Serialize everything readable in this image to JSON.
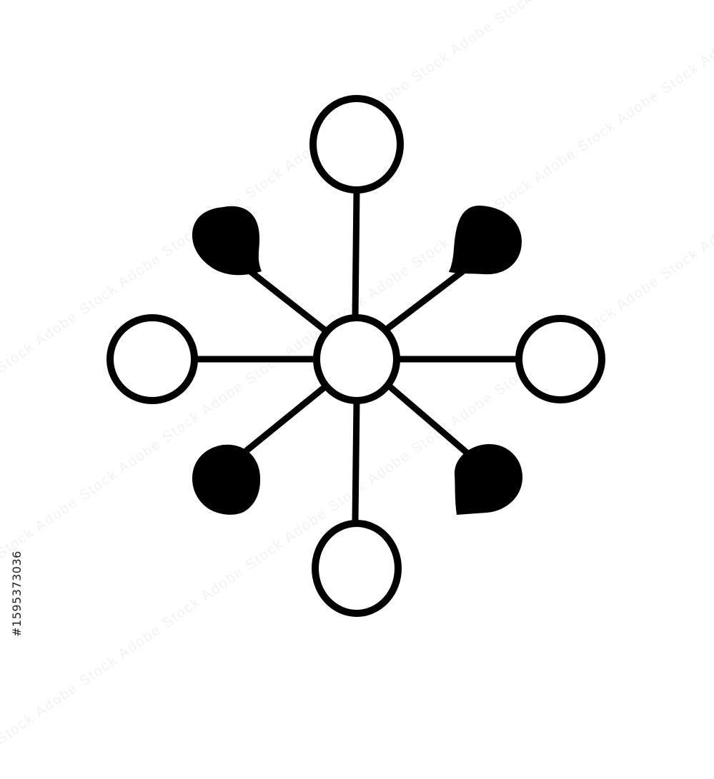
{
  "image": {
    "stock_id_text": "#159537303 6",
    "stock_id": "#1595373036",
    "watermark_text": "Adobe Stock"
  },
  "icon": {
    "name": "network-hub-icon",
    "stroke_color": "#000000",
    "fill_color_solid": "#000000",
    "fill_color_hollow": "#ffffff",
    "background": "#ffffff"
  }
}
